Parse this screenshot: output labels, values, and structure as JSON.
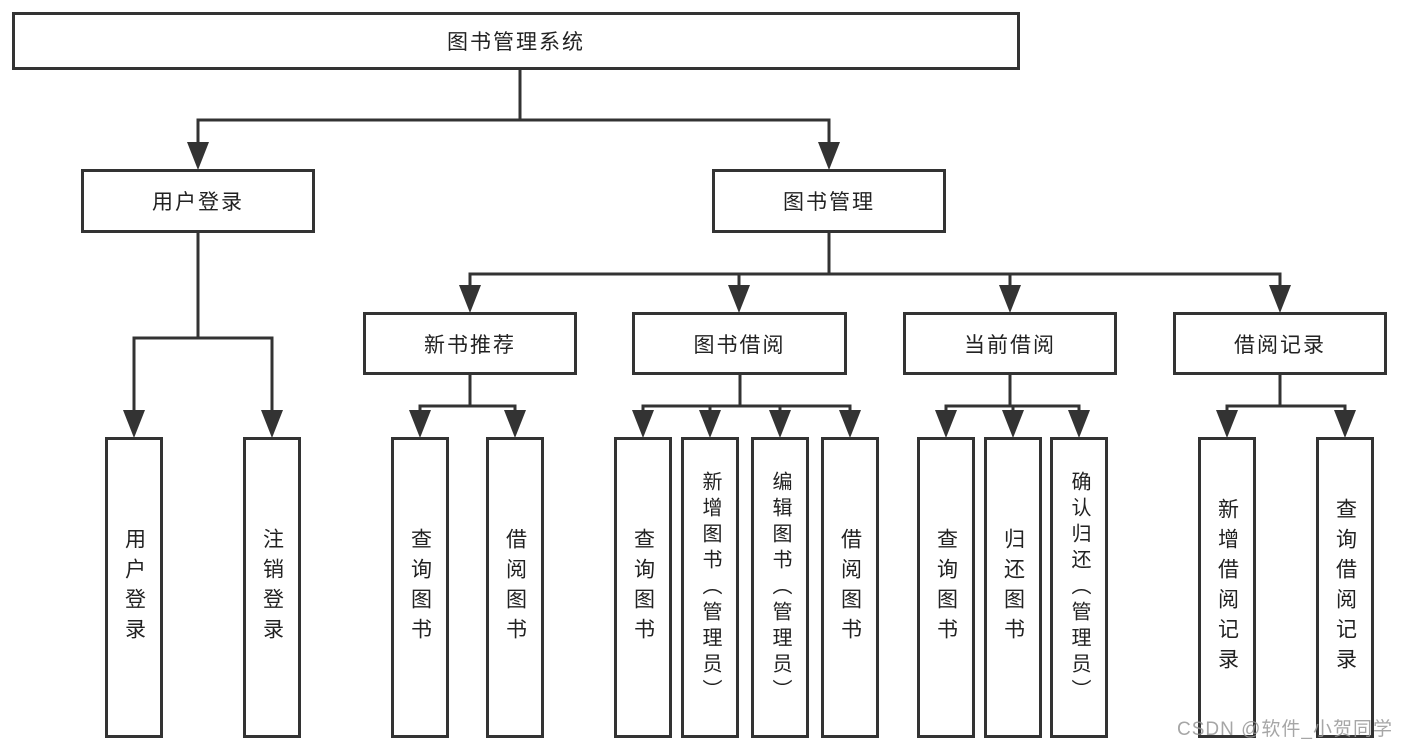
{
  "tree": {
    "root": {
      "label": "图书管理系统",
      "children": [
        {
          "label": "用户登录",
          "children": [
            {
              "label": "用户登录"
            },
            {
              "label": "注销登录"
            }
          ]
        },
        {
          "label": "图书管理",
          "children": [
            {
              "label": "新书推荐",
              "children": [
                {
                  "label": "查询图书"
                },
                {
                  "label": "借阅图书"
                }
              ]
            },
            {
              "label": "图书借阅",
              "children": [
                {
                  "label": "查询图书"
                },
                {
                  "label": "新增图书（管理员）"
                },
                {
                  "label": "编辑图书（管理员）"
                },
                {
                  "label": "借阅图书"
                }
              ]
            },
            {
              "label": "当前借阅",
              "children": [
                {
                  "label": "查询图书"
                },
                {
                  "label": "归还图书"
                },
                {
                  "label": "确认归还（管理员）"
                }
              ]
            },
            {
              "label": "借阅记录",
              "children": [
                {
                  "label": "新增借阅记录"
                },
                {
                  "label": "查询借阅记录"
                }
              ]
            }
          ]
        }
      ]
    }
  },
  "watermark": {
    "text": "CSDN @软件_小贺同学"
  },
  "colors": {
    "line": "#333333",
    "box_border": "#333333",
    "box_background": "#ffffff",
    "text": "#222222",
    "watermark": "#969696",
    "page_background": "#ffffff"
  }
}
